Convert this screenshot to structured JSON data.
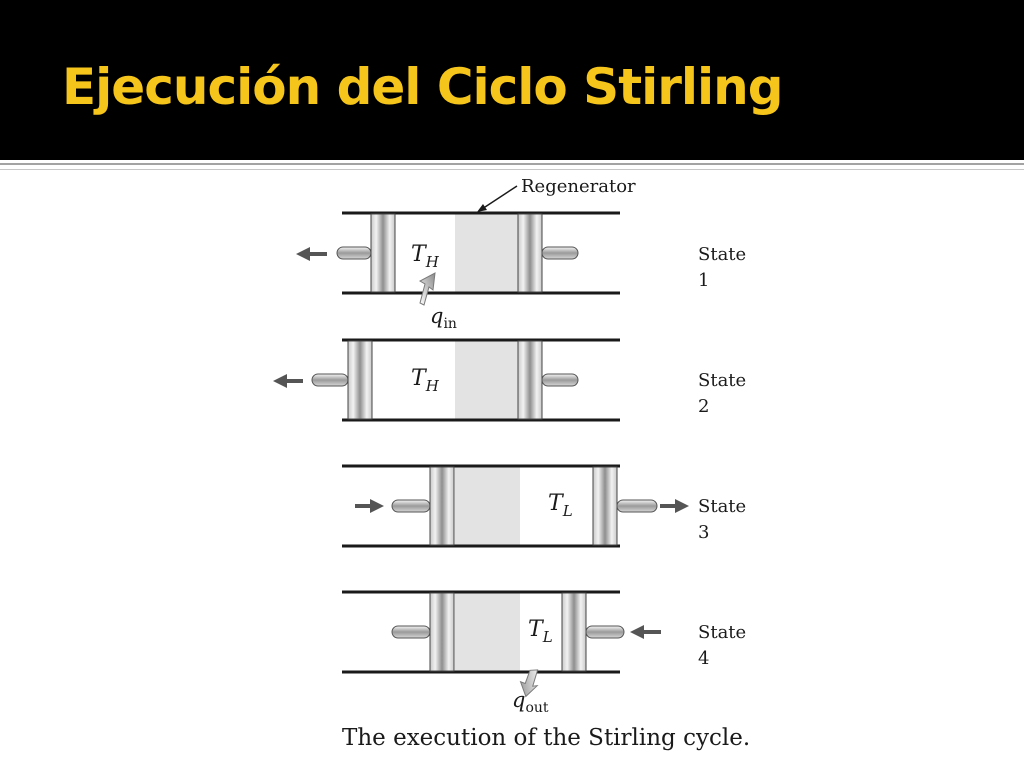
{
  "slide": {
    "title": "Ejecución del Ciclo Stirling"
  },
  "diagram": {
    "regenerator_label": "Regenerator",
    "caption": "The execution of the Stirling cycle.",
    "states": [
      {
        "word": "State",
        "number": "1",
        "temp_main": "T",
        "temp_sub": "H",
        "heat_main": "q",
        "heat_sub": "in"
      },
      {
        "word": "State",
        "number": "2",
        "temp_main": "T",
        "temp_sub": "H"
      },
      {
        "word": "State",
        "number": "3",
        "temp_main": "T",
        "temp_sub": "L"
      },
      {
        "word": "State",
        "number": "4",
        "temp_main": "T",
        "temp_sub": "L",
        "heat_main": "q",
        "heat_sub": "out"
      }
    ]
  },
  "colors": {
    "title_text": "#f6c51b",
    "title_bar": "#000000",
    "regenerator_fill": "#e3e3e3",
    "cylinder_wall": "#1a1a1a"
  }
}
